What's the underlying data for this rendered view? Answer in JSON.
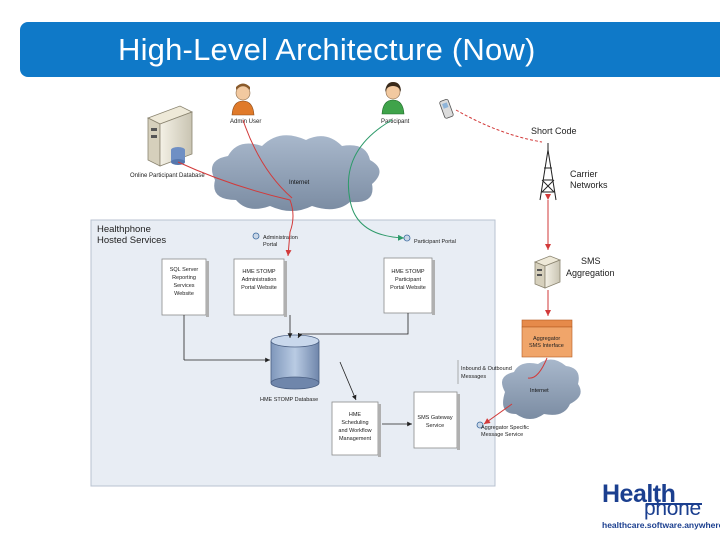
{
  "slide": {
    "title": "High-Level Architecture (Now)"
  },
  "diagram": {
    "actors": {
      "admin_user": "Admin User",
      "participant": "Participant"
    },
    "database_online": "Online Participant Database",
    "internet_top": "Internet",
    "short_code": "Short Code",
    "carrier_networks": [
      "Carrier",
      "Networks"
    ],
    "hosted_services": [
      "Healthphone",
      "Hosted Services"
    ],
    "admin_portal": [
      "Administration",
      "Portal"
    ],
    "participant_portal": "Participant Portal",
    "sql_box": [
      "SQL Server",
      "Reporting",
      "Services",
      "Website"
    ],
    "admin_box": [
      "HME STOMP",
      "Administration",
      "Portal Website"
    ],
    "participant_box": [
      "HME STOMP",
      "Participant",
      "Portal Website"
    ],
    "sms_aggregation": [
      "SMS",
      "Aggregation"
    ],
    "aggregator_box": [
      "Aggregator",
      "SMS Interface"
    ],
    "inbound_outbound": [
      "Inbound & Outbound",
      "Messages"
    ],
    "internet_bottom": "Internet",
    "db_label": "HME STOMP Database",
    "scheduling_box": [
      "HME",
      "Scheduling",
      "and Workflow",
      "Management"
    ],
    "sms_gateway_box": [
      "SMS Gateway",
      "Service"
    ],
    "aggregator_specific": [
      "Aggregator Specific",
      "Message Service"
    ]
  },
  "logo": {
    "health": "Health",
    "phone": "phone",
    "tagline": "healthcare.software.anywhere"
  },
  "colors": {
    "title_bar": "#0f79c8",
    "red_link": "#d23a3a",
    "green_link": "#2e9a6a",
    "cloud": "#7d8fa8",
    "hosted_panel": "#e8edf4",
    "aggregator": "#f0a56a",
    "logo": "#1b3f8f"
  }
}
